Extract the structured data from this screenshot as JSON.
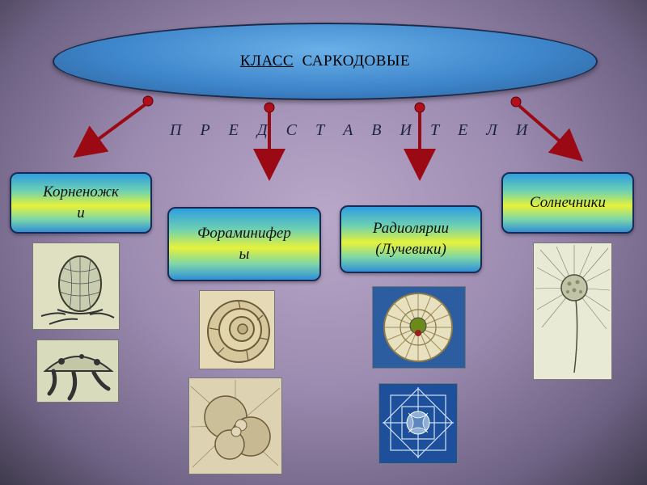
{
  "title": {
    "underlined": "КЛАСС",
    "rest": "САРКОДОВЫЕ"
  },
  "subtitle": "П Р Е Д   С Т А В И Т Е Л И",
  "groups": [
    {
      "name_line1": "Корненожк",
      "name_line2": "и"
    },
    {
      "name_line1": "Фораминифер",
      "name_line2": "ы"
    },
    {
      "name_line1": "Радиолярии",
      "name_line2": "(Лучевики)"
    },
    {
      "name_line1": "Солнечники",
      "name_line2": ""
    }
  ],
  "colors": {
    "arrow": "#9b0a14",
    "box_border": "#1b2a55",
    "ellipse": "#3f87cc"
  }
}
